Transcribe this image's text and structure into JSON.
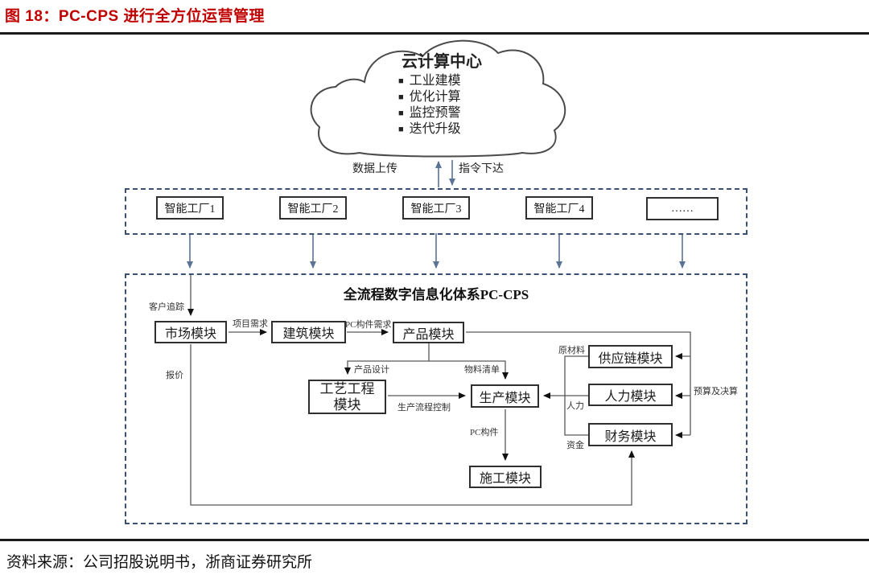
{
  "page": {
    "title": "图 18：PC-CPS 进行全方位运营管理",
    "source": "资料来源：公司招股说明书，浙商证券研究所"
  },
  "cloud": {
    "title": "云计算中心",
    "bullet_glyph": "■",
    "bullets": [
      "工业建模",
      "优化计算",
      "监控预警",
      "迭代升级"
    ]
  },
  "cloud_links": {
    "upload_label": "数据上传",
    "download_label": "指令下达"
  },
  "factory_band": {
    "items": [
      "智能工厂1",
      "智能工厂2",
      "智能工厂3",
      "智能工厂4",
      "……"
    ]
  },
  "pccps": {
    "title": "全流程数字信息化体系PC-CPS",
    "modules": {
      "market": "市场模块",
      "architecture": "建筑模块",
      "product": "产品模块",
      "process_engineering": "工艺工程\n模块",
      "production": "生产模块",
      "construction": "施工模块",
      "supply_chain": "供应链模块",
      "human_resource": "人力模块",
      "finance": "财务模块"
    },
    "flow_labels": {
      "customer_tracking": "客户追踪",
      "project_demand": "项目需求",
      "pc_component_demand": "PC构件需求",
      "product_design": "产品设计",
      "bill_of_materials": "物料清单",
      "production_process_control": "生产流程控制",
      "pc_component": "PC构件",
      "raw_material": "原材料",
      "manpower": "人力",
      "capital": "资金",
      "budget_final_accounts": "预算及决算",
      "quotation": "报价"
    }
  },
  "colors": {
    "title_red": "#c00000",
    "dashed_border": "#3a4f74",
    "blue_arrow": "#5b7394",
    "connector": "#595959"
  }
}
